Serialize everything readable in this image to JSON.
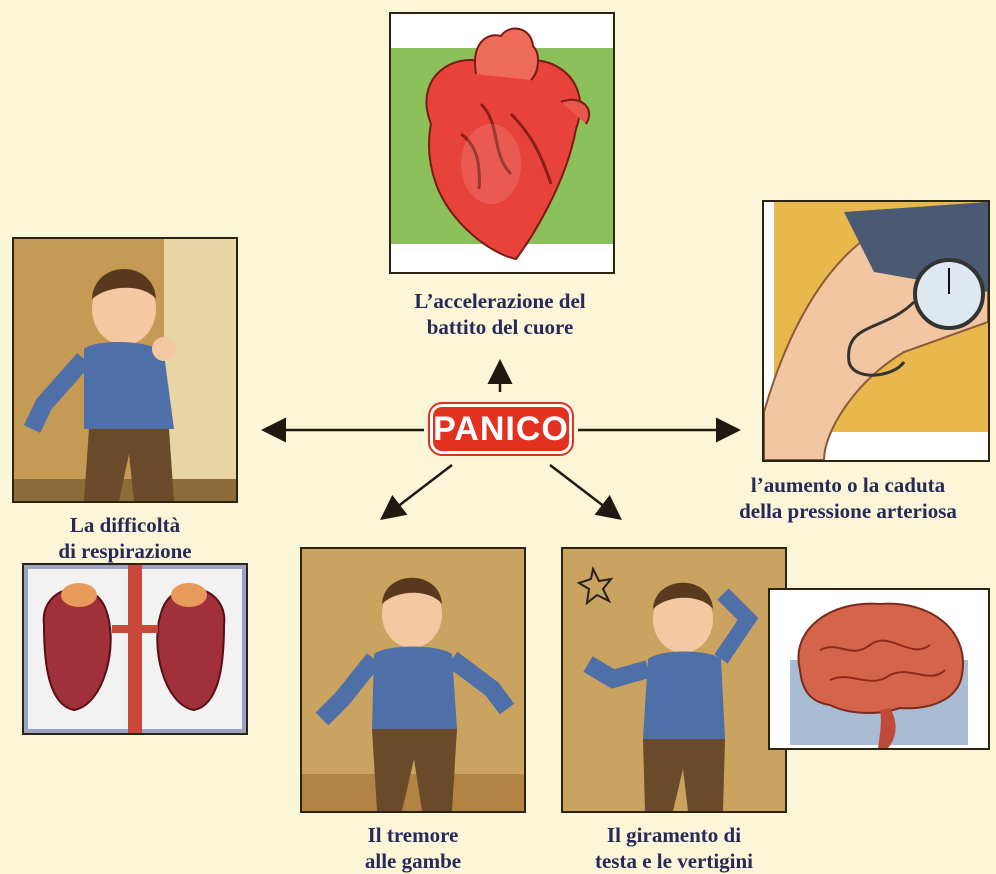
{
  "center_label": "PANICO",
  "captions": {
    "heart": "L’accelerazione del\nbattito del cuore",
    "breathing": "La difficoltà\ndi respirazione",
    "pressure": "l’aumento  o la caduta\ndella pressione arteriosa",
    "tremor": "Il tremore\nalle gambe",
    "dizziness": "Il giramento di\ntesta e le vertigini"
  },
  "colors": {
    "background": "#fbf6d8",
    "panico_red": "#e2321f",
    "caption_text": "#28285a"
  }
}
